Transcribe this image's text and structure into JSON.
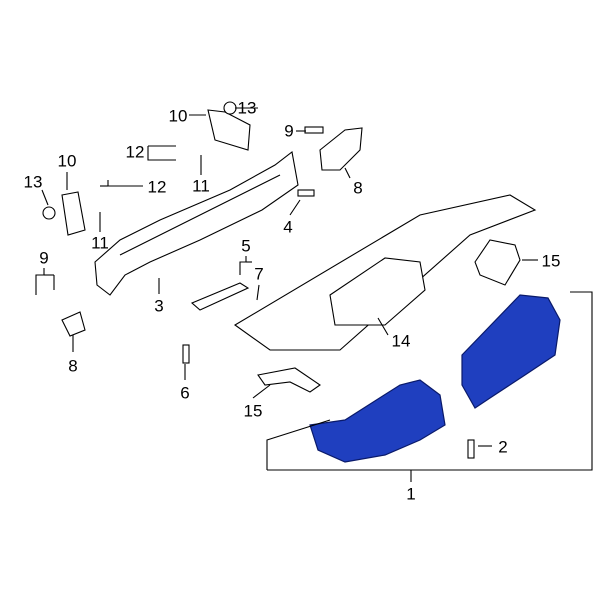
{
  "diagram": {
    "callouts": [
      {
        "id": "c10a",
        "text": "10"
      },
      {
        "id": "c13a",
        "text": "13"
      },
      {
        "id": "c9a",
        "text": "9"
      },
      {
        "id": "c12a",
        "text": "12"
      },
      {
        "id": "c10b",
        "text": "10"
      },
      {
        "id": "c13b",
        "text": "13"
      },
      {
        "id": "c12b",
        "text": "12"
      },
      {
        "id": "c11a",
        "text": "11"
      },
      {
        "id": "c8a",
        "text": "8"
      },
      {
        "id": "c11b",
        "text": "11"
      },
      {
        "id": "c4",
        "text": "4"
      },
      {
        "id": "c5",
        "text": "5"
      },
      {
        "id": "c7",
        "text": "7"
      },
      {
        "id": "c9b",
        "text": "9"
      },
      {
        "id": "c15a",
        "text": "15"
      },
      {
        "id": "c3",
        "text": "3"
      },
      {
        "id": "c14",
        "text": "14"
      },
      {
        "id": "c8b",
        "text": "8"
      },
      {
        "id": "c6",
        "text": "6"
      },
      {
        "id": "c15b",
        "text": "15"
      },
      {
        "id": "c2",
        "text": "2"
      },
      {
        "id": "c1",
        "text": "1"
      }
    ],
    "highlight_color": "#1f3fbf"
  }
}
